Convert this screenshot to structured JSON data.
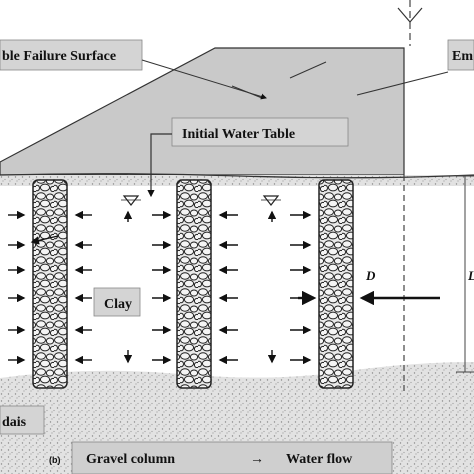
{
  "diagram": {
    "labels": {
      "failure_surface": "ble Failure Surface",
      "embankment": "Em",
      "water_table": "Initial Water Table",
      "clay": "Clay",
      "bottom_left": "dais",
      "dimension_d": "D",
      "dimension_right": "L"
    },
    "legend": {
      "panel": "(b)",
      "gravel_column": "Gravel column",
      "arrow_symbol": "→",
      "water_flow": "Water flow"
    }
  }
}
